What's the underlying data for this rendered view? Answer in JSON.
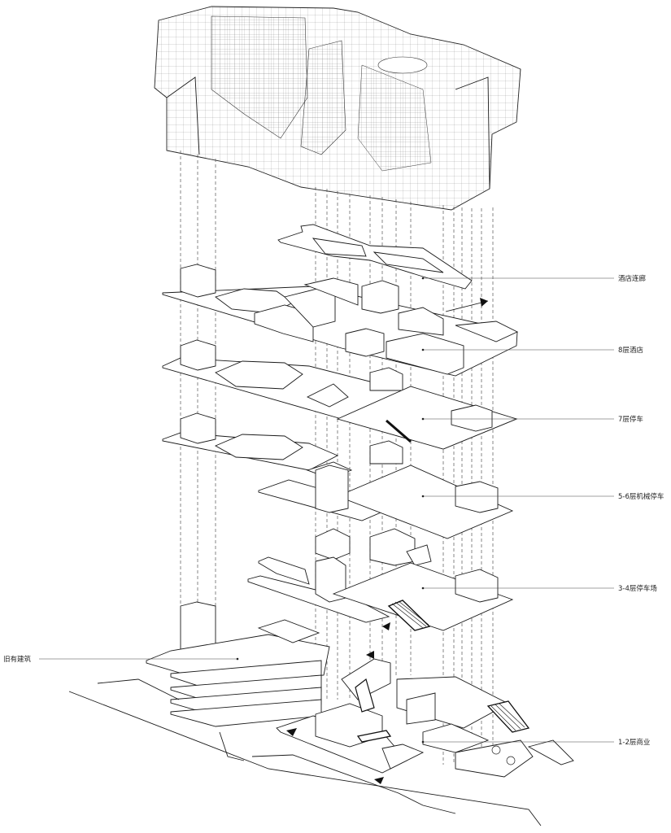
{
  "labels": {
    "hotel_corridor": "酒店连廊",
    "hotel_8f": "8层酒店",
    "parking_7f": "7层停车",
    "mech_parking_5_6f": "5-6层机械停车",
    "parking_3_4f": "3-4层停车场",
    "existing_building": "旧有建筑",
    "retail_1_2f": "1-2层商业"
  }
}
